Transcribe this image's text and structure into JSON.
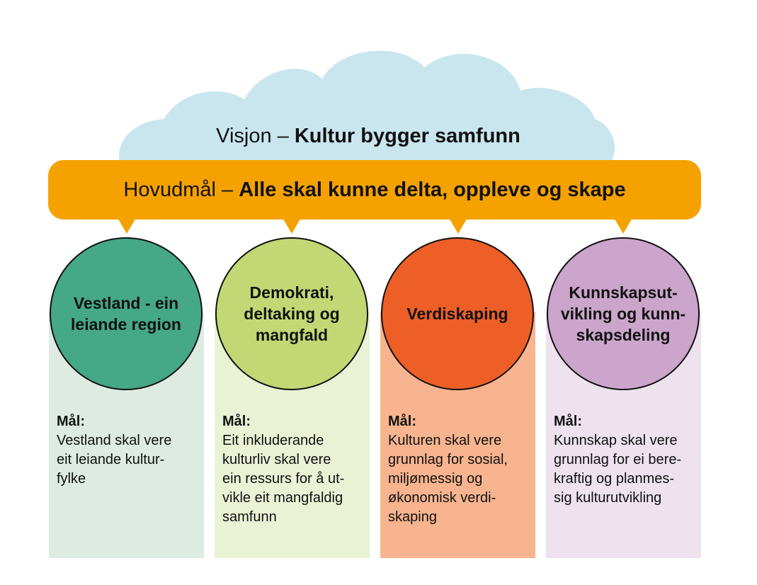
{
  "vision": {
    "prefix": "Visjon – ",
    "title": "Kultur bygger samfunn"
  },
  "main_goal": {
    "prefix": "Hovudmål – ",
    "title": "Alle skal kunne delta, oppleve og skape"
  },
  "colors": {
    "cloud": "#C9E6EF",
    "banner": "#F5A200",
    "pillars": [
      {
        "circle": "#45A887",
        "panel": "#DDEBE3"
      },
      {
        "circle": "#C3D874",
        "panel": "#EAF2D5"
      },
      {
        "circle": "#EE5E27",
        "panel": "#F7B48F"
      },
      {
        "circle": "#CBA5CC",
        "panel": "#EEE2EF"
      }
    ]
  },
  "pillars": [
    {
      "name": "Vestland - ein\nleiande region",
      "goal_label": "Mål:",
      "goal_text": "Vestland skal vere\neit leiande kultur-\nfylke"
    },
    {
      "name": "Demokrati,\ndeltaking og\nmangfald",
      "goal_label": "Mål:",
      "goal_text": "Eit inkluderande\nkulturliv skal vere\nein ressurs for å ut-\nvikle eit mangfaldig\nsamfunn"
    },
    {
      "name": "Verdiskaping",
      "goal_label": "Mål:",
      "goal_text": "Kulturen skal vere\ngrunnlag for sosial,\nmiljømessig og\nøkonomisk verdi-\nskaping"
    },
    {
      "name": "Kunnskapsut-\nvikling og kunn-\nskapsdeling",
      "goal_label": "Mål:",
      "goal_text": "Kunnskap skal vere\ngrunnlag for ei bere-\nkraftig og planmes-\nsig kulturutvikling"
    }
  ]
}
